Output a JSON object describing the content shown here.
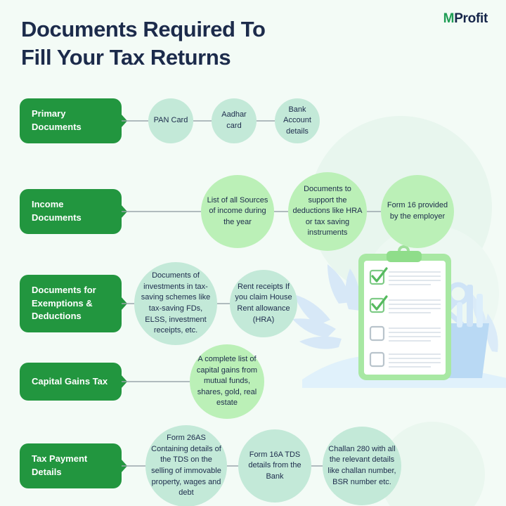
{
  "header": {
    "title": "Documents Required To Fill Your Tax Returns",
    "title_line1": "Documents Required To",
    "title_line2": "Fill Your Tax Returns",
    "logo_m": "M",
    "logo_rest": "Profit",
    "brand_name": "MProfit"
  },
  "colors": {
    "page_background": "#f3fbf6",
    "title_text": "#1c2b4b",
    "label_chip": "#22963f",
    "label_text": "#ffffff",
    "bubble_mint": "#c3e9d8",
    "bubble_lime": "#bbf0b7",
    "bubble_text": "#1c2b4b",
    "connector": "#9aa6ab",
    "logo_green": "#1f9d55",
    "logo_navy": "#16264a",
    "illustration_blue": "#cfe4f7",
    "illustration_green": "#8fdf8a"
  },
  "rows": [
    {
      "label": "Primary Documents",
      "bubble_style": "mint",
      "items": [
        {
          "text": "PAN Card"
        },
        {
          "text": "Aadhar card"
        },
        {
          "text": "Bank Account details"
        }
      ]
    },
    {
      "label": "Income Documents",
      "bubble_style": "lime",
      "items": [
        {
          "text": "List of all Sources of income during the year"
        },
        {
          "text": "Documents to support the deductions like HRA or tax saving instruments"
        },
        {
          "text": "Form 16 provided by the employer"
        }
      ]
    },
    {
      "label": "Documents for Exemptions & Deductions",
      "bubble_style": "mint",
      "items": [
        {
          "text": "Documents of investments in tax-saving schemes like tax-saving FDs, ELSS, investment receipts, etc."
        },
        {
          "text": "Rent receipts If you claim House Rent allowance (HRA)"
        }
      ]
    },
    {
      "label": "Capital Gains Tax",
      "bubble_style": "lime",
      "items": [
        {
          "text": "A complete list of capital gains from mutual funds, shares, gold, real estate"
        }
      ]
    },
    {
      "label": "Tax Payment Details",
      "bubble_style": "mint",
      "items": [
        {
          "text": "Form 26AS Containing details of the TDS on the selling of immovable property, wages and debt"
        },
        {
          "text": "Form 16A TDS details from the Bank"
        },
        {
          "text": "Challan 280 with all the relevant details like challan number, BSR number etc."
        }
      ]
    }
  ],
  "illustration": {
    "name": "checklist-clipboard",
    "checklist_items": [
      {
        "checked": true
      },
      {
        "checked": true
      },
      {
        "checked": false
      },
      {
        "checked": false
      }
    ],
    "props": [
      "plant-leaves",
      "scissors",
      "pencil-cup"
    ]
  }
}
